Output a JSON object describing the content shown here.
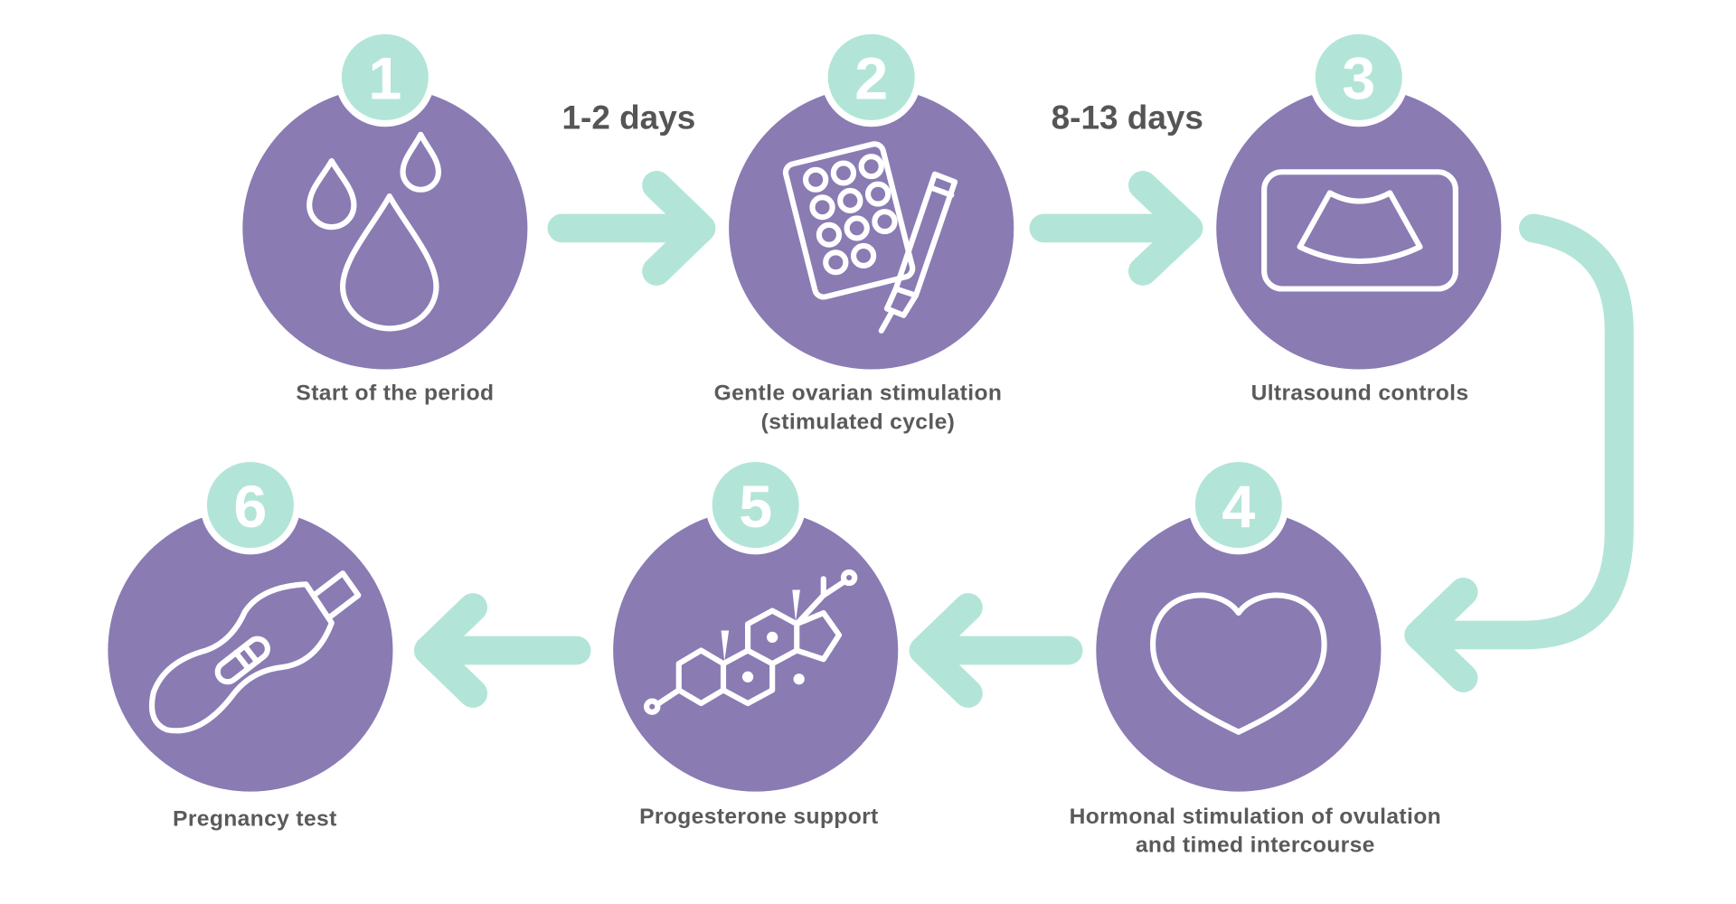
{
  "colors": {
    "circle": "#8a7bb3",
    "accent": "#b2e5d8",
    "text": "#5a5a5a"
  },
  "intervals": [
    "1-2 days",
    "8-13 days"
  ],
  "steps": [
    {
      "number": "1",
      "icon": "drops-icon",
      "label": [
        "Start of the period"
      ]
    },
    {
      "number": "2",
      "icon": "pills-injection-icon",
      "label": [
        "Gentle ovarian stimulation",
        "(stimulated cycle)"
      ]
    },
    {
      "number": "3",
      "icon": "ultrasound-icon",
      "label": [
        "Ultrasound controls"
      ]
    },
    {
      "number": "4",
      "icon": "heart-icon",
      "label": [
        "Hormonal stimulation of ovulation",
        "and timed intercourse"
      ]
    },
    {
      "number": "5",
      "icon": "molecule-icon",
      "label": [
        "Progesterone support"
      ]
    },
    {
      "number": "6",
      "icon": "pregnancy-test-icon",
      "label": [
        "Pregnancy test"
      ]
    }
  ]
}
